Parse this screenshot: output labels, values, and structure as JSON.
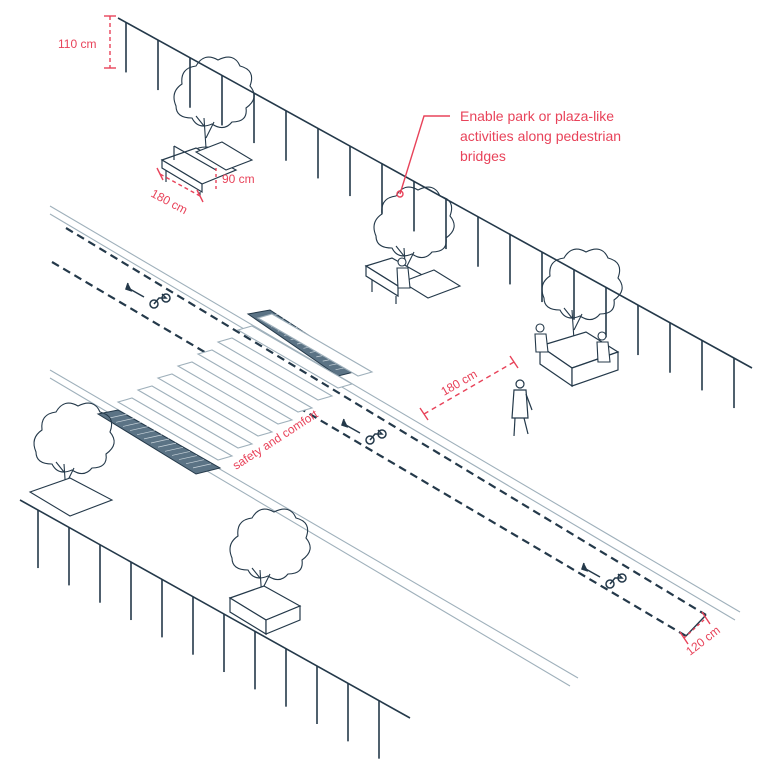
{
  "colors": {
    "ink": "#24394a",
    "accent": "#e8435a",
    "light": "#9fb0bb"
  },
  "dimensions": {
    "railing_height": "110 cm",
    "bench_length": "180 cm",
    "bench_depth": "90 cm",
    "walkway_width": "180 cm",
    "bike_lane_width": "120 cm"
  },
  "labels": {
    "crossing": "safety and comfort"
  },
  "callout": {
    "lines": [
      "Enable park or plaza-like",
      "activities along pedestrian",
      "bridges"
    ]
  },
  "icons": {
    "bike": "bicycle-icon",
    "arrow": "direction-arrow-icon"
  }
}
